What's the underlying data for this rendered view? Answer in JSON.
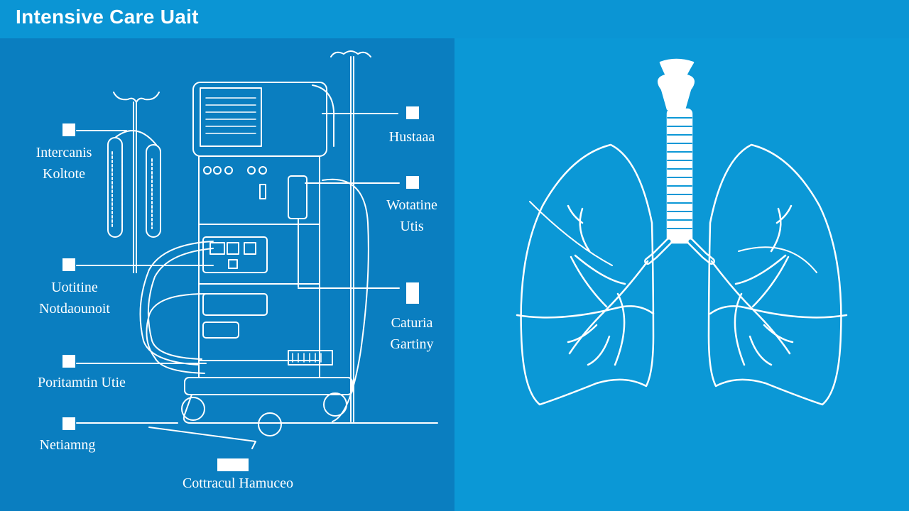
{
  "title": "Intensive Care Uait",
  "labels": {
    "intercanis": [
      "Intercanis",
      "Koltote"
    ],
    "hustaaa": [
      "Hustaaa"
    ],
    "wotatine": [
      "Wotatine",
      "Utis"
    ],
    "uotitine": [
      "Uotitine",
      "Notdaounoit"
    ],
    "caturia": [
      "Caturia",
      "Gartiny"
    ],
    "poritamin": [
      "Poritamtin Utie"
    ],
    "netiamng": [
      "Netiamng"
    ],
    "cottracul": [
      "Cottracul Hamuceo"
    ]
  },
  "colors": {
    "background": "#0b95d4",
    "left_panel": "#0a7ec0",
    "right_panel": "#0b98d6",
    "line": "#ffffff"
  }
}
